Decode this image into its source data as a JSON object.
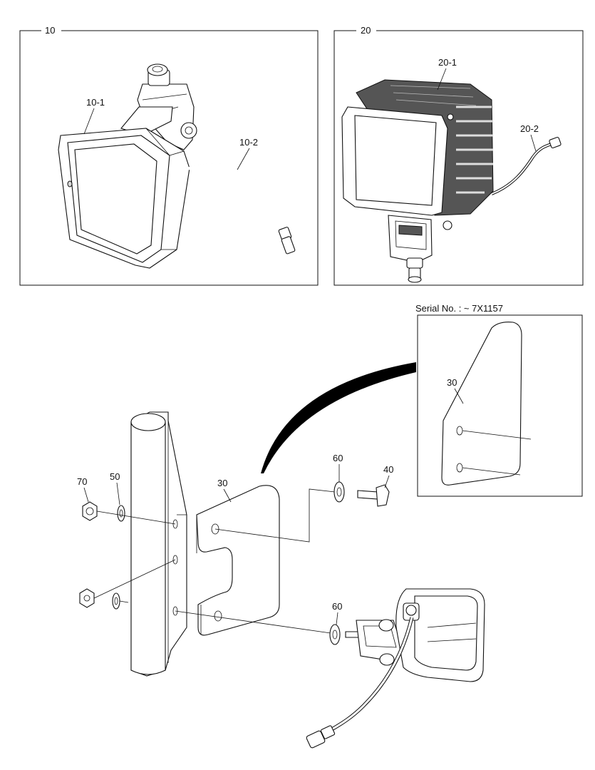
{
  "callouts": {
    "box_10": "10",
    "box_20": "20",
    "lamp_10_1": "10-1",
    "cable_10_2": "10-2",
    "lamp_20_1": "20-1",
    "cable_20_2": "20-2",
    "bracket_30_main": "30",
    "bracket_30_detail": "30",
    "bolt_40": "40",
    "washer_50": "50",
    "washer_60_top": "60",
    "washer_60_bottom": "60",
    "nut_70": "70"
  },
  "serial_note": "Serial No. : ~ 7X1157"
}
